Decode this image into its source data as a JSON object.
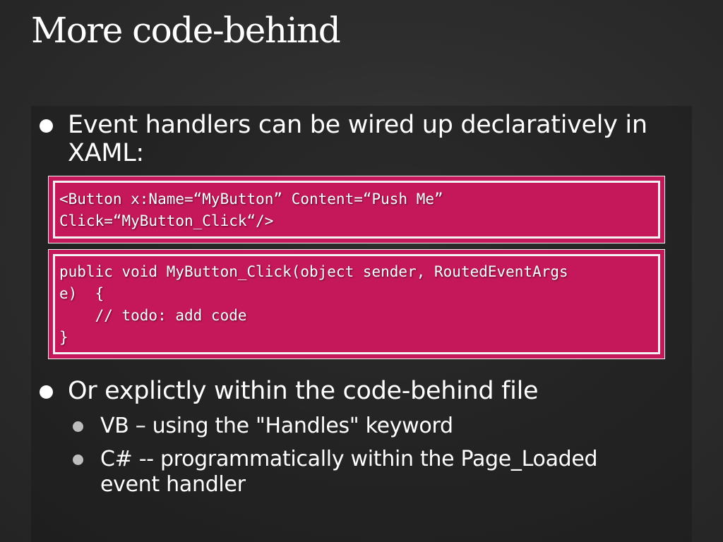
{
  "slide": {
    "title": "More code-behind"
  },
  "bullets": [
    {
      "lines": [
        "Event handlers can be wired up declaratively in",
        "XAML:"
      ]
    },
    {
      "lines": [
        "Or explictly within the code-behind file"
      ],
      "sub_bullets": [
        {
          "lines": [
            "VB – using the \"Handles\" keyword"
          ]
        },
        {
          "lines": [
            "C# -- programmatically within the Page_Loaded",
            "event handler"
          ]
        }
      ]
    }
  ],
  "code_blocks": [
    {
      "lines": [
        "<Button x:Name=“MyButton” Content=“Push Me”",
        "Click=“MyButton_Click“/>"
      ]
    },
    {
      "lines": [
        "public void MyButton_Click(object sender, RoutedEventArgs",
        "e)  {",
        "    // todo: add code",
        "}"
      ]
    }
  ],
  "colors": {
    "code_background": "#c4185a",
    "code_border": "#f3f3f3",
    "slide_background": "#2e2e2e",
    "text": "#ffffff",
    "sub_bullet_dot": "#bdbdbd"
  }
}
